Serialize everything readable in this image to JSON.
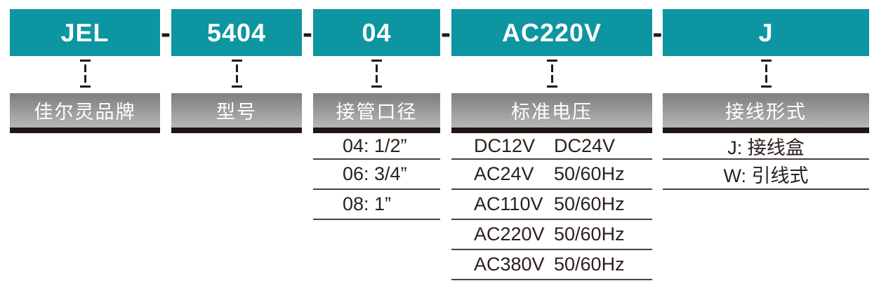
{
  "colors": {
    "teal": "#0d96a1",
    "box_text": "#ffffff",
    "table_text": "#2b211e",
    "dash": "#231815",
    "grad_top": "#7d7d7d",
    "grad_bottom": "#b7b7b7",
    "strip": "#1f1614",
    "line": "#474140"
  },
  "code_separator": "-",
  "segments": [
    {
      "code": "JEL",
      "label": "佳尔灵品牌",
      "options": []
    },
    {
      "code": "5404",
      "label": "型号",
      "options": []
    },
    {
      "code": "04",
      "label": "接管口径",
      "options": [
        [
          "04: 1/2”"
        ],
        [
          "06: 3/4”"
        ],
        [
          "08: 1”"
        ]
      ]
    },
    {
      "code": "AC220V",
      "label": "标准电压",
      "options": [
        [
          "DC12V",
          "DC24V"
        ],
        [
          "AC24V",
          "50/60Hz"
        ],
        [
          "AC110V",
          "50/60Hz"
        ],
        [
          "AC220V",
          "50/60Hz"
        ],
        [
          "AC380V",
          "50/60Hz"
        ]
      ]
    },
    {
      "code": "J",
      "label": "接线形式",
      "options": [
        [
          "J: 接线盒"
        ],
        [
          "W: 引线式"
        ]
      ]
    }
  ]
}
